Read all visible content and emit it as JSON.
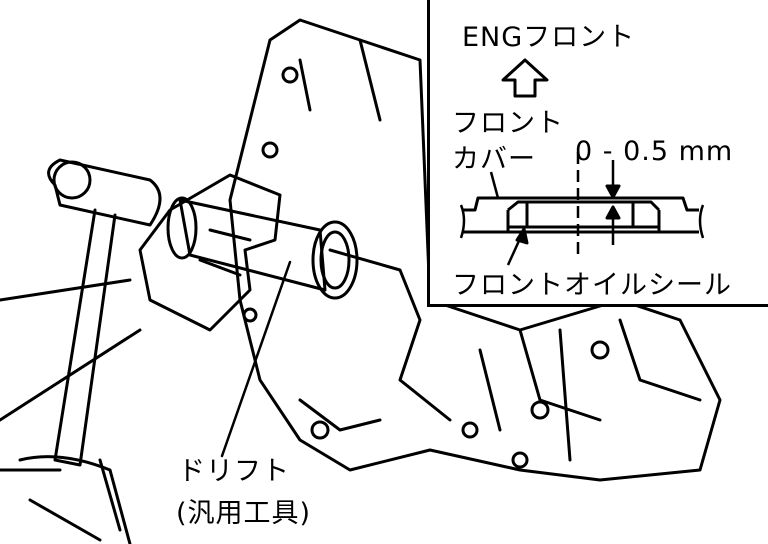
{
  "inset": {
    "direction_label": "ENGフロント",
    "front_cover_label_line1": "フロント",
    "front_cover_label_line2": "カバー",
    "clearance_label": "0 - 0.5 mm",
    "oil_seal_label": "フロントオイルシール"
  },
  "main": {
    "tool_label_line1": "ドリフト",
    "tool_label_line2": "(汎用工具)"
  },
  "colors": {
    "ink": "#000000",
    "background": "#ffffff"
  }
}
